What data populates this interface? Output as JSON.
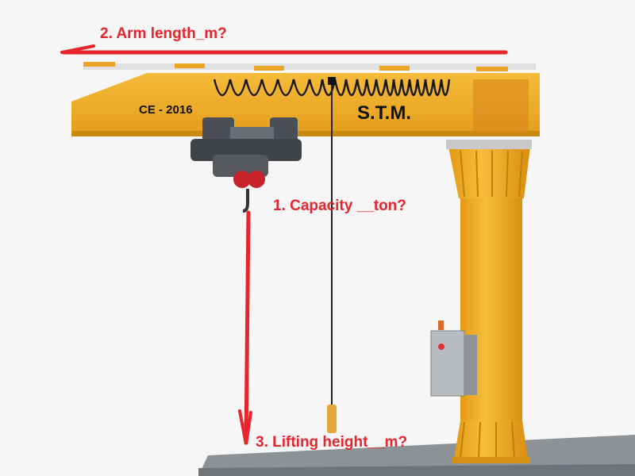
{
  "annotations": {
    "capacity": "1. Capacity __ton?",
    "arm_length": "2. Arm length_m?",
    "lifting_height": "3. Lifting height__m?"
  },
  "arm_markings": {
    "ce_mark": "CE - 2016",
    "brand": "S.T.M."
  },
  "colors": {
    "annotation_red": "#e8242c",
    "crane_yellow": "#f2b024",
    "floor_gray": "#8c9196"
  }
}
